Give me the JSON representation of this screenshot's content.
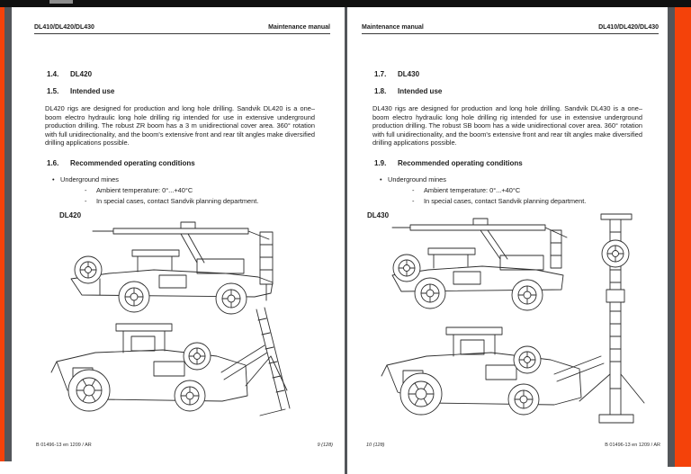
{
  "colors": {
    "accent_orange": "#f4420a",
    "strip_gray": "#53565a",
    "top_bar": "#101010",
    "paper": "#ffffff"
  },
  "markers": {
    "bullet": "•",
    "dash": "-"
  },
  "pages": [
    {
      "header": {
        "left": "DL410/DL420/DL430",
        "right": "Maintenance manual"
      },
      "model_heading": {
        "num": "1.4.",
        "title": "DL420"
      },
      "intended_heading": {
        "num": "1.5.",
        "title": "Intended use"
      },
      "intended_text": "DL420 rigs are designed for production and long hole drilling. Sandvik DL420 is a one–boom electro hydraulic long hole drilling rig intended for use in extensive underground production drilling. The robust ZR boom has a 3 m unidirectional cover area. 360° rotation with full unidirectionality, and the boom's extensive front and rear tilt angles make diversified drilling applications possible.",
      "conditions_heading": {
        "num": "1.6.",
        "title": "Recommended operating conditions"
      },
      "bullet": "Underground mines",
      "sub_bullets": [
        "Ambient temperature: 0°...+40°C",
        "In special cases, contact Sandvik planning department."
      ],
      "figure_label": "DL420",
      "footer": {
        "left": "B 01496-13 en 1209 / AR",
        "right": "9 (128)"
      }
    },
    {
      "header": {
        "left": "Maintenance manual",
        "right": "DL410/DL420/DL430"
      },
      "model_heading": {
        "num": "1.7.",
        "title": "DL430"
      },
      "intended_heading": {
        "num": "1.8.",
        "title": "Intended use"
      },
      "intended_text": "DL430 rigs are designed for production and long hole drilling. Sandvik DL430 is a one–boom electro hydraulic long hole drilling rig intended for use in extensive underground production drilling. The robust SB boom has a wide unidirectional cover area. 360° rotation with full unidirectionality, and the boom's extensive front and rear tilt angles make diversified drilling applications possible.",
      "conditions_heading": {
        "num": "1.9.",
        "title": "Recommended operating conditions"
      },
      "bullet": "Underground mines",
      "sub_bullets": [
        "Ambient temperature: 0°...+40°C",
        "In special cases, contact Sandvik planning department."
      ],
      "figure_label": "DL430",
      "footer": {
        "left": "10 (128)",
        "right": "B 01496-13 en 1209 / AR"
      }
    }
  ]
}
